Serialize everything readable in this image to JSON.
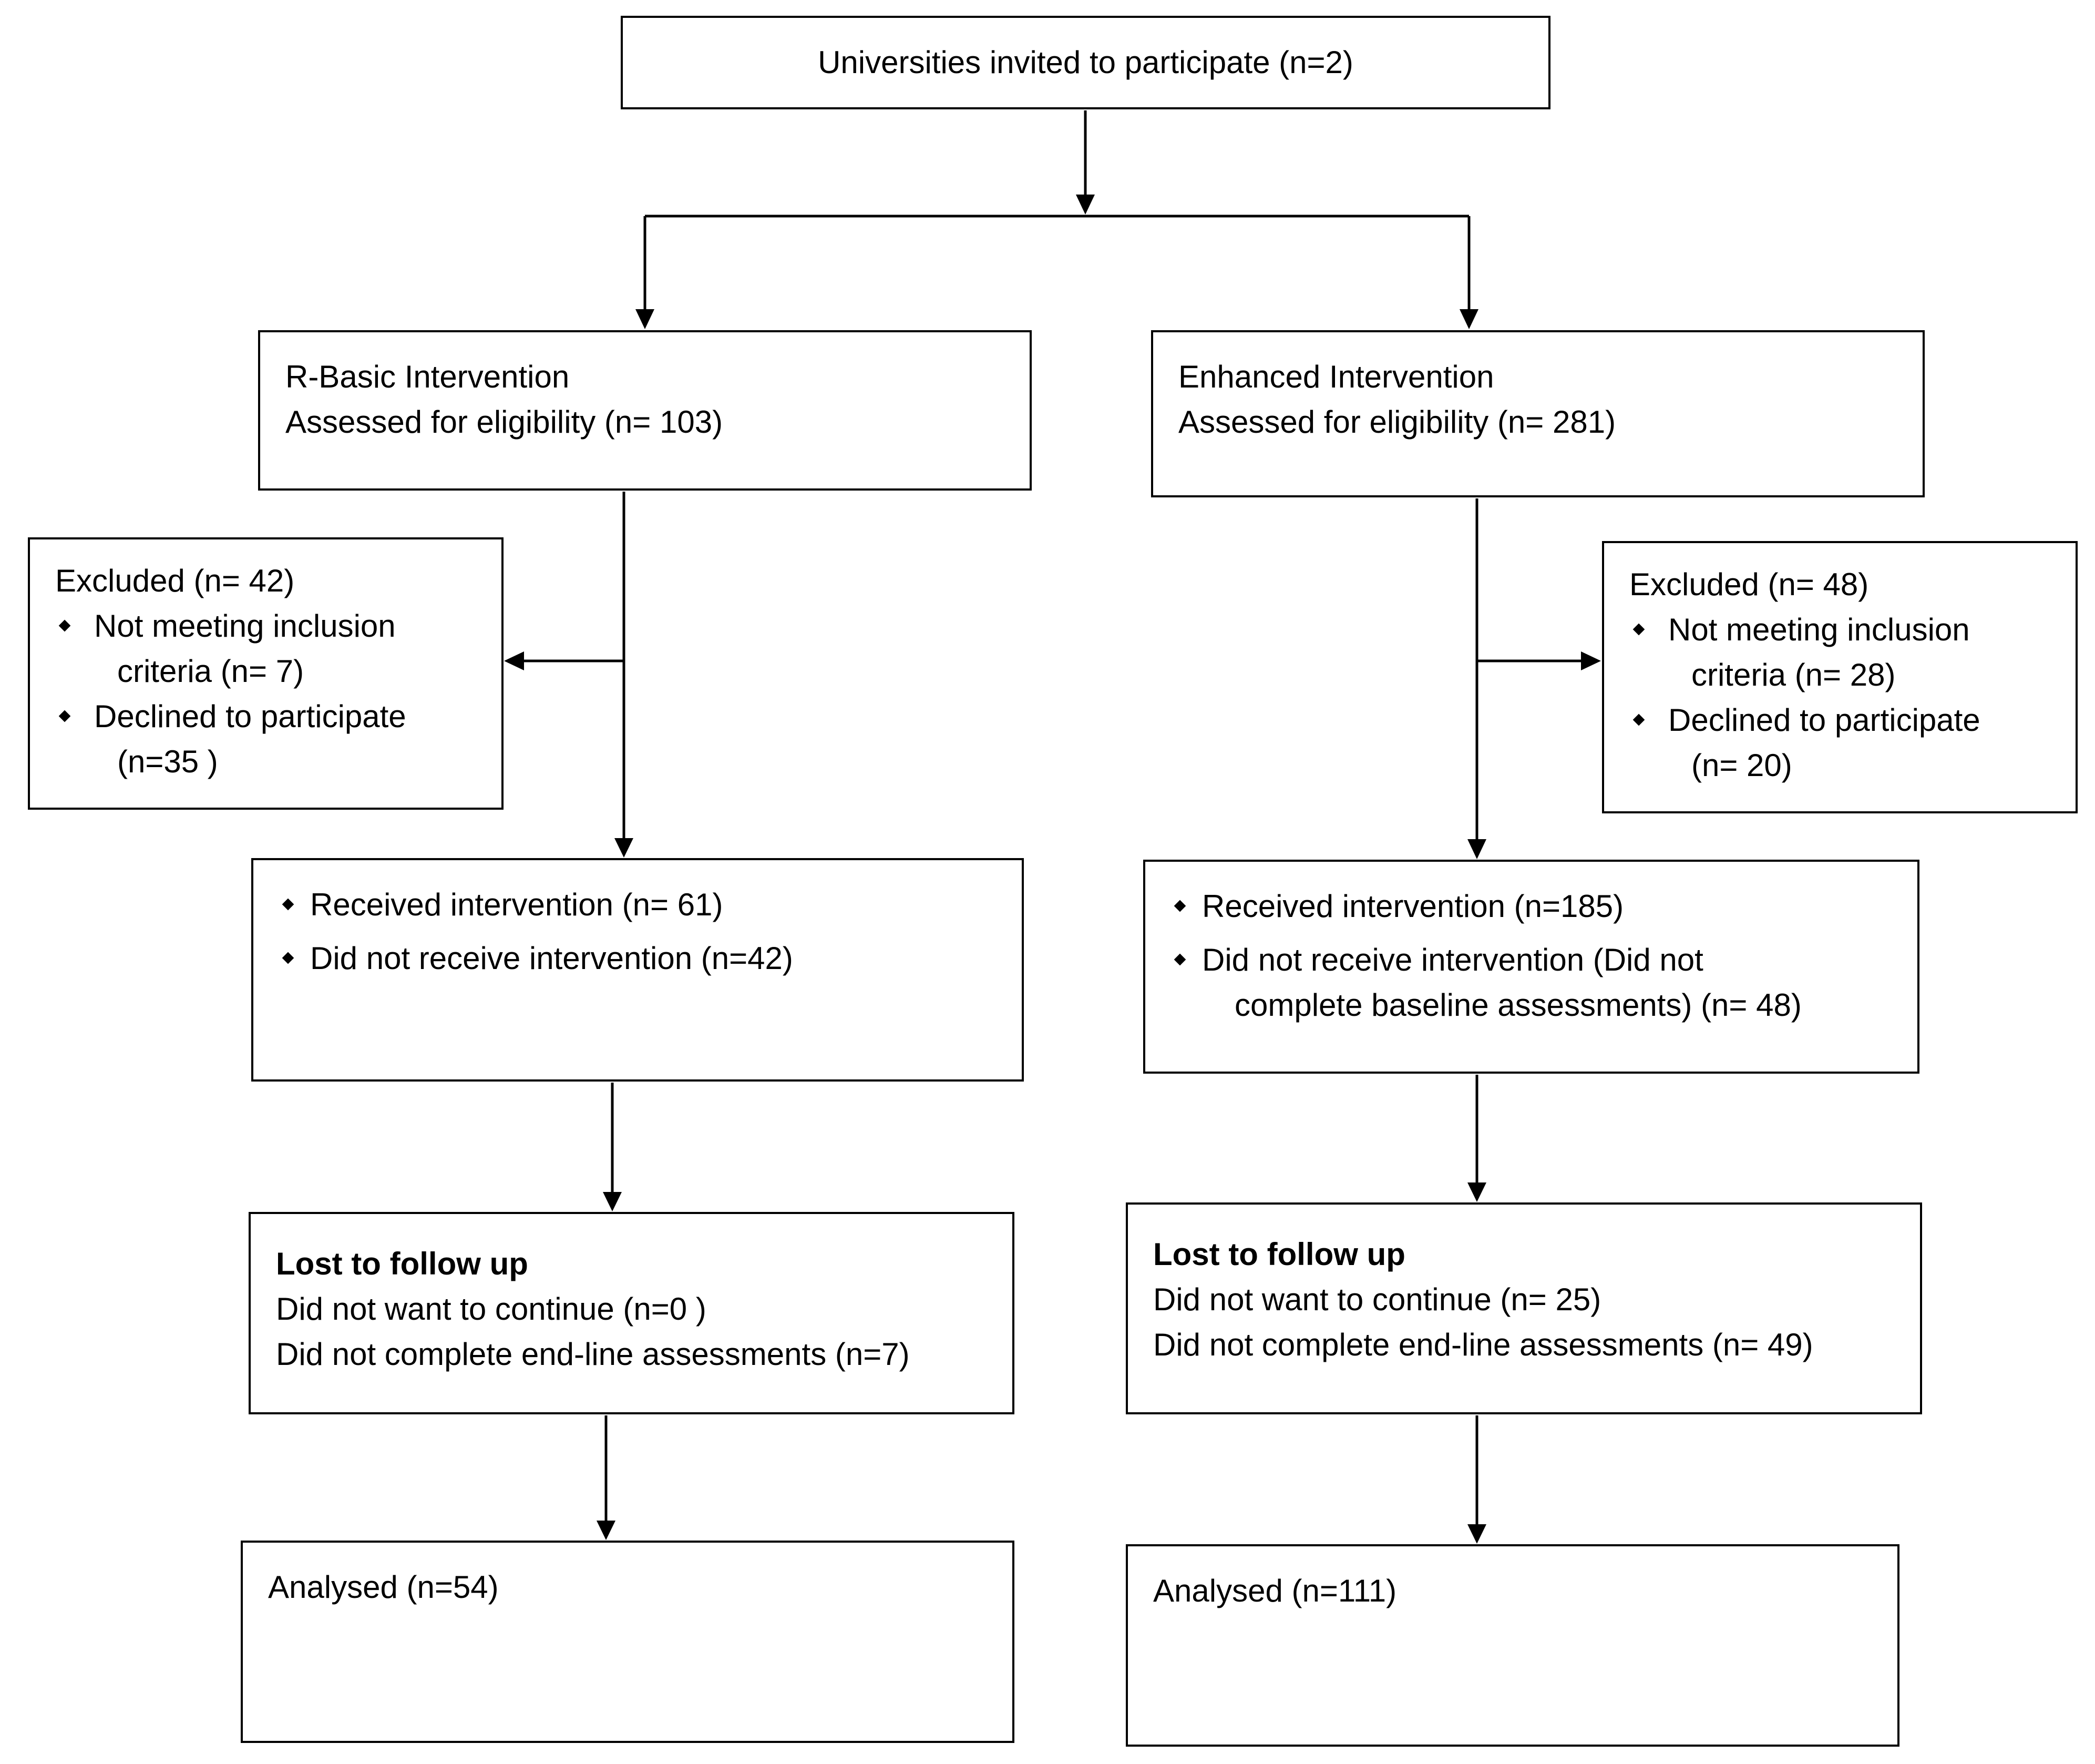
{
  "top": {
    "universities_label": "Universities invited to participate (n=2)"
  },
  "basic": {
    "title": "R-Basic Intervention",
    "eligibility": "Assessed for eligibility (n= 103)",
    "excluded": {
      "heading": "Excluded (n= 42)",
      "item1_line1": "Not meeting inclusion",
      "item1_line2": "criteria (n= 7)",
      "item2_line1": "Declined to participate",
      "item2_line2": "(n=35 )"
    },
    "received": {
      "item1": "Received intervention (n= 61)",
      "item2": "Did not receive intervention (n=42)"
    },
    "lost": {
      "heading": "Lost to follow up",
      "line1": "Did not want to continue (n=0 )",
      "line2": "Did not complete end-line assessments (n=7)"
    },
    "analysed": "Analysed (n=54)"
  },
  "enhanced": {
    "title": "Enhanced Intervention",
    "eligibility": "Assessed for eligibility (n= 281)",
    "excluded": {
      "heading": "Excluded (n= 48)",
      "item1_line1": "Not meeting inclusion",
      "item1_line2": "criteria (n= 28)",
      "item2_line1": "Declined to participate",
      "item2_line2": "(n= 20)"
    },
    "received": {
      "item1": "Received intervention (n=185)",
      "item2_line1": "Did not receive intervention (Did not",
      "item2_line2": "complete baseline assessments) (n= 48)"
    },
    "lost": {
      "heading": "Lost to follow up",
      "line1": "Did not want to continue (n= 25)",
      "line2": "Did not complete end-line assessments (n= 49)"
    },
    "analysed": "Analysed (n=111)"
  },
  "colors": {
    "stroke": "#000000",
    "background": "#ffffff"
  }
}
